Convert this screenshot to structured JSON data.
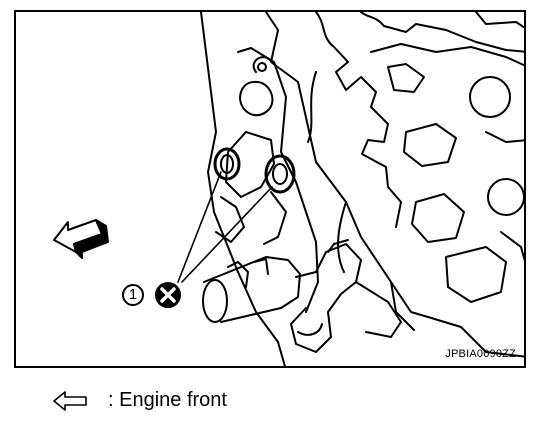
{
  "diagram": {
    "reference_code": "JPBIA0090ZZ",
    "callout_number": "1",
    "callout_icon": "do-not-reuse-icon"
  },
  "legend": {
    "icon": "engine-front-arrow-icon",
    "text": ": Engine front"
  }
}
